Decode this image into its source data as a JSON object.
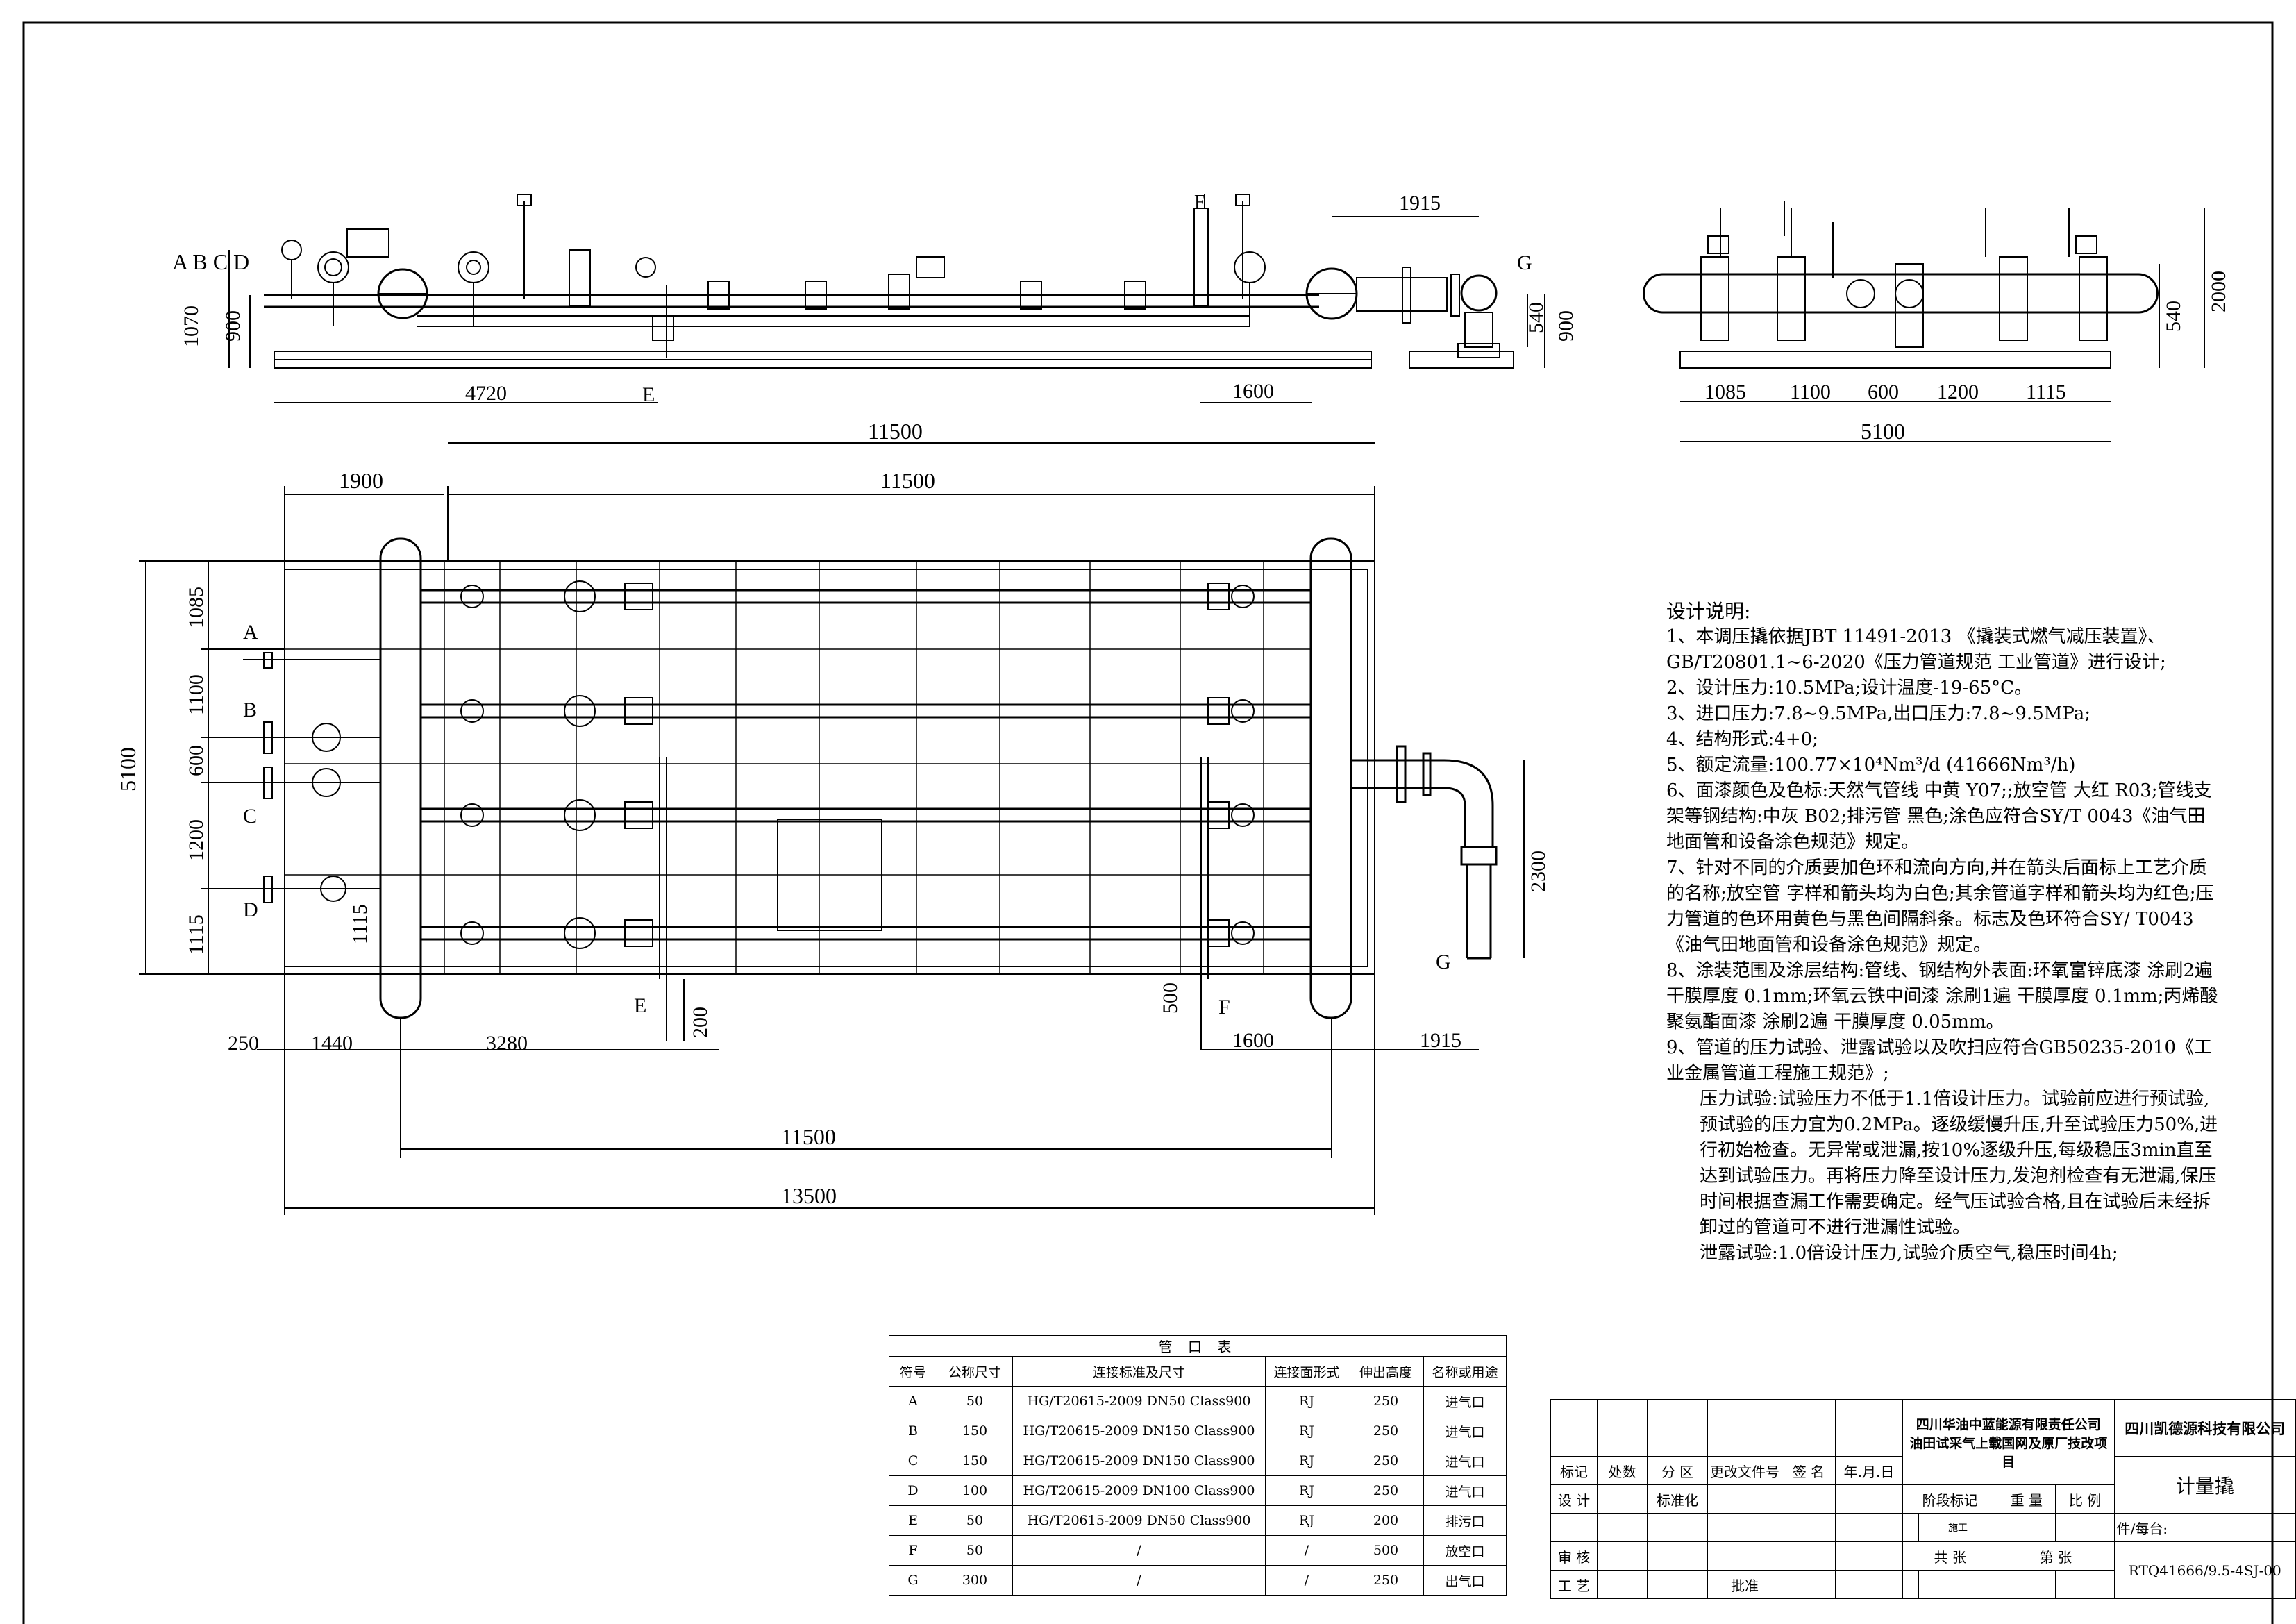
{
  "drawing": {
    "label_abcd": "A B C D",
    "label_e": "E",
    "label_f": "F",
    "label_g": "G",
    "port_labels": [
      "A",
      "B",
      "C",
      "D"
    ],
    "dims_front": {
      "d1070": "1070",
      "d900": "900",
      "d4720": "4720",
      "d1600": "1600",
      "d11500": "11500",
      "d1915": "1915",
      "d540": "540",
      "d900r": "900"
    },
    "dims_side": {
      "d1085": "1085",
      "d1100": "1100",
      "d600": "600",
      "d1200": "1200",
      "d1115": "1115",
      "d5100": "5100",
      "d540": "540",
      "d2000": "2000"
    },
    "dims_plan": {
      "top1900": "1900",
      "top11500": "11500",
      "v5100": "5100",
      "v1085": "1085",
      "v1100": "1100",
      "v600": "600",
      "v1200": "1200",
      "v1115": "1115",
      "v1115b": "1115",
      "b250": "250",
      "b1440": "1440",
      "b3280": "3280",
      "b200": "200",
      "b500": "500",
      "b1600": "1600",
      "b1915": "1915",
      "b11500": "11500",
      "b13500": "13500",
      "r2300": "2300"
    }
  },
  "notes": {
    "title": "设计说明:",
    "lines": [
      "1、本调压撬依据JBT 11491-2013 《撬装式燃气减压装置》、",
      "GB/T20801.1~6-2020《压力管道规范 工业管道》进行设计;",
      "2、设计压力:10.5MPa;设计温度-19-65°C。",
      "3、进口压力:7.8~9.5MPa,出口压力:7.8~9.5MPa;",
      "4、结构形式:4+0;",
      "5、额定流量:100.77×10⁴Nm³/d (41666Nm³/h)",
      "6、面漆颜色及色标:天然气管线 中黄 Y07;;放空管 大红 R03;管线支架等钢结构:中灰 B02;排污管 黑色;涂色应符合SY/T 0043《油气田地面管和设备涂色规范》规定。",
      "7、针对不同的介质要加色环和流向方向,并在箭头后面标上工艺介质的名称;放空管 字样和箭头均为白色;其余管道字样和箭头均为红色;压力管道的色环用黄色与黑色间隔斜条。标志及色环符合SY/ T0043《油气田地面管和设备涂色规范》规定。",
      "8、涂装范围及涂层结构:管线、钢结构外表面:环氧富锌底漆 涂刷2遍 干膜厚度 0.1mm;环氧云铁中间漆 涂刷1遍 干膜厚度 0.1mm;丙烯酸聚氨酯面漆 涂刷2遍 干膜厚度 0.05mm。",
      "9、管道的压力试验、泄露试验以及吹扫应符合GB50235-2010《工业金属管道工程施工规范》;"
    ],
    "pressure_test": "压力试验:试验压力不低于1.1倍设计压力。试验前应进行预试验,预试验的压力宜为0.2MPa。逐级缓慢升压,升至试验压力50%,进行初始检查。无异常或泄漏,按10%逐级升压,每级稳压3min直至达到试验压力。再将压力降至设计压力,发泡剂检查有无泄漏,保压时间根据查漏工作需要确定。经气压试验合格,且在试验后未经拆卸过的管道可不进行泄漏性试验。",
    "leak_test": "泄露试验:1.0倍设计压力,试验介质空气,稳压时间4h;"
  },
  "nozzle_table": {
    "caption": "管 口 表",
    "headers": [
      "符号",
      "公称尺寸",
      "连接标准及尺寸",
      "连接面形式",
      "伸出高度",
      "名称或用途"
    ],
    "rows": [
      [
        "A",
        "50",
        "HG/T20615-2009 DN50 Class900",
        "RJ",
        "250",
        "进气口"
      ],
      [
        "B",
        "150",
        "HG/T20615-2009 DN150 Class900",
        "RJ",
        "250",
        "进气口"
      ],
      [
        "C",
        "150",
        "HG/T20615-2009 DN150 Class900",
        "RJ",
        "250",
        "进气口"
      ],
      [
        "D",
        "100",
        "HG/T20615-2009 DN100 Class900",
        "RJ",
        "250",
        "进气口"
      ],
      [
        "E",
        "50",
        "HG/T20615-2009 DN50 Class900",
        "RJ",
        "200",
        "排污口"
      ],
      [
        "F",
        "50",
        "/",
        "/",
        "500",
        "放空口"
      ],
      [
        "G",
        "300",
        "/",
        "/",
        "250",
        "出气口"
      ]
    ]
  },
  "title_block": {
    "company_client": "四川华油中蓝能源有限责任公司",
    "project": "油田试采气上载国网及原厂技改项目",
    "company_designer": "四川凯德源科技有限公司",
    "headers": [
      "标记",
      "处数",
      "分 区",
      "更改文件号",
      "签 名",
      "年.月.日"
    ],
    "design": "设 计",
    "standardize": "标准化",
    "review": "审 核",
    "process": "工 艺",
    "approve": "批准",
    "stage_mark": "阶段标记",
    "weight": "重 量",
    "scale": "比 例",
    "stage_value": "施工",
    "total_sheets": "共    张",
    "sheet_no": "第    张",
    "drawing_name": "计量撬",
    "per_unit": "件/每台:",
    "drawing_number": "RTQ41666/9.5-4SJ-00"
  }
}
